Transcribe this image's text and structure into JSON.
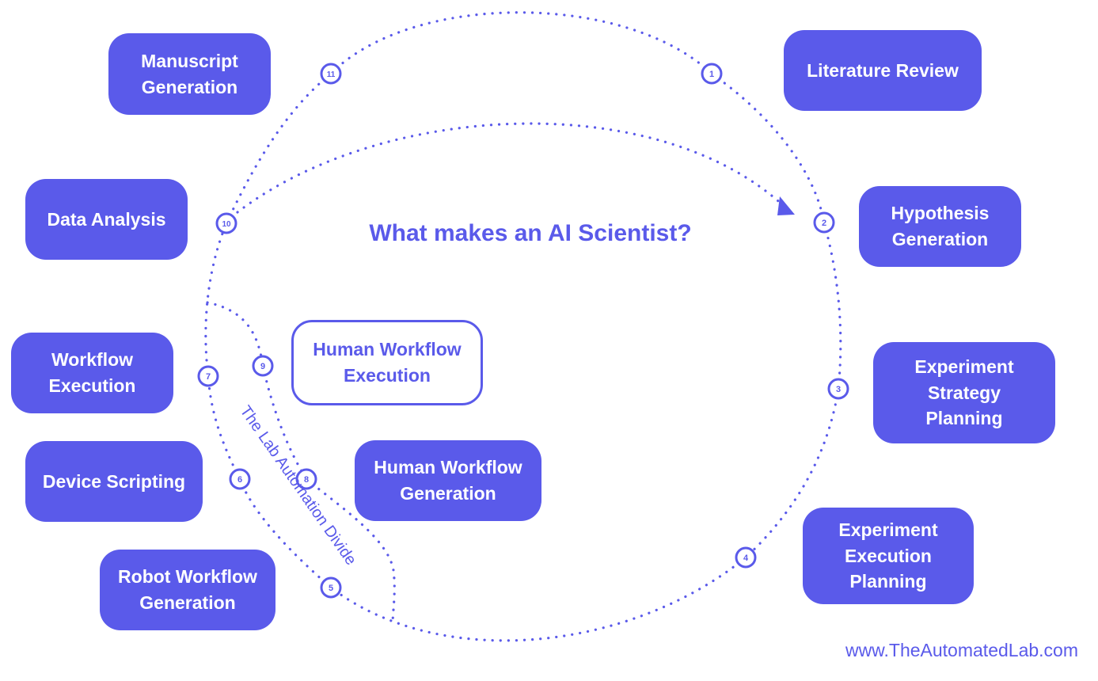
{
  "title": "What makes an AI Scientist?",
  "website": "www.TheAutomatedLab.com",
  "divide_label": "The Lab Automation Divide",
  "accent_color": "#5a5aea",
  "nodes": [
    {
      "number": "1",
      "label": "Literature Review"
    },
    {
      "number": "2",
      "label": "Hypothesis\nGeneration"
    },
    {
      "number": "3",
      "label": "Experiment\nStrategy\nPlanning"
    },
    {
      "number": "4",
      "label": "Experiment\nExecution\nPlanning"
    },
    {
      "number": "5",
      "label": "Robot Workflow\nGeneration"
    },
    {
      "number": "6",
      "label": "Device Scripting"
    },
    {
      "number": "7",
      "label": "Workflow\nExecution"
    },
    {
      "number": "8",
      "label": "Human Workflow\nGeneration"
    },
    {
      "number": "9",
      "label": "Human Workflow\nExecution"
    },
    {
      "number": "10",
      "label": "Data Analysis"
    },
    {
      "number": "11",
      "label": "Manuscript\nGeneration"
    }
  ]
}
